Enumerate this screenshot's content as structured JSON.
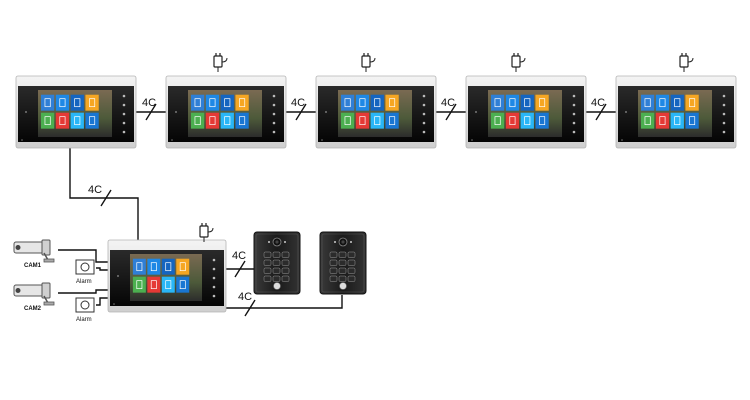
{
  "wiring": {
    "cable_label": "4C"
  },
  "cameras": [
    {
      "label": "CAM1"
    },
    {
      "label": "CAM2"
    }
  ],
  "alarms": [
    {
      "label": "Alarm"
    },
    {
      "label": "Alarm"
    }
  ],
  "tile_colors": [
    "#2f7fd6",
    "#1e88e5",
    "#1565c0",
    "#f5a623",
    "#4caf50",
    "#e53935",
    "#29b6f6",
    "#1976d2"
  ],
  "icons": {
    "power_adapter": "power-adapter-icon",
    "camera": "bullet-camera-icon",
    "alarm": "alarm-sensor-icon",
    "door_station": "keypad-door-station-icon"
  }
}
